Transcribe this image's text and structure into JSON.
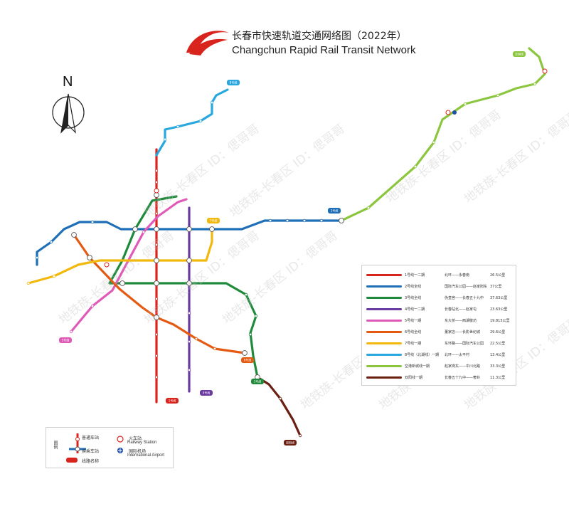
{
  "title": {
    "cn": "长春市快速轨道交通网络图（2022年）",
    "en": "Changchun Rapid Rail Transit Network"
  },
  "north_label": "N",
  "watermark": "地铁族-长春区 ID：偲哥哥",
  "lines": [
    {
      "id": "l1",
      "name": "1号线一二期",
      "route": "北环——永春南",
      "length": "26.5公里",
      "color": "#d9241e",
      "badge": "1号线"
    },
    {
      "id": "l2",
      "name": "2号线全线",
      "route": "国际汽车公园——赵家岗东",
      "length": "37公里",
      "color": "#1f6fb8",
      "badge": "2号线"
    },
    {
      "id": "l3",
      "name": "3号线全线",
      "route": "伪皇宫——长春五十九中",
      "length": "37.63公里",
      "color": "#1f8a3c",
      "badge": "3号线"
    },
    {
      "id": "l4",
      "name": "4号线一二期",
      "route": "长春站北——赵家屯",
      "length": "23.63公里",
      "color": "#6a3aa0",
      "badge": "4号线"
    },
    {
      "id": "l5",
      "name": "5号线一期",
      "route": "东大桥——西湖敬坊",
      "length": "19.815公里",
      "color": "#e05ab8",
      "badge": "5号线"
    },
    {
      "id": "l6",
      "name": "6号线全线",
      "route": "董家店——长影世纪城",
      "length": "29.6公里",
      "color": "#e45a12",
      "badge": "6号线"
    },
    {
      "id": "l7",
      "name": "7号线一期",
      "route": "东环路——国际汽车公园",
      "length": "22.5公里",
      "color": "#f2b80e",
      "badge": "7号线"
    },
    {
      "id": "l8",
      "name": "8号线（北湖线）一期",
      "route": "北环——太平村",
      "length": "13.4公里",
      "color": "#29a8df",
      "badge": "8号线"
    },
    {
      "id": "lair",
      "name": "空港新城线一期",
      "route": "赵家岗东——中川北路",
      "length": "33.3公里",
      "color": "#8cc63f",
      "badge": "空港线"
    },
    {
      "id": "lsy",
      "name": "双阳线一期",
      "route": "长春五十九中——奢岭",
      "length": "11.3公里",
      "color": "#6b1f12",
      "badge": "双阳线"
    }
  ],
  "key": {
    "label": "图例",
    "normal_station": "普通车站",
    "transfer_station": "换乘车站",
    "line_name": "线路名称",
    "railway_station_cn": "火车站",
    "railway_station_en": "Railway  Station",
    "airport_cn": "国际机场",
    "airport_en": "International Airport"
  }
}
